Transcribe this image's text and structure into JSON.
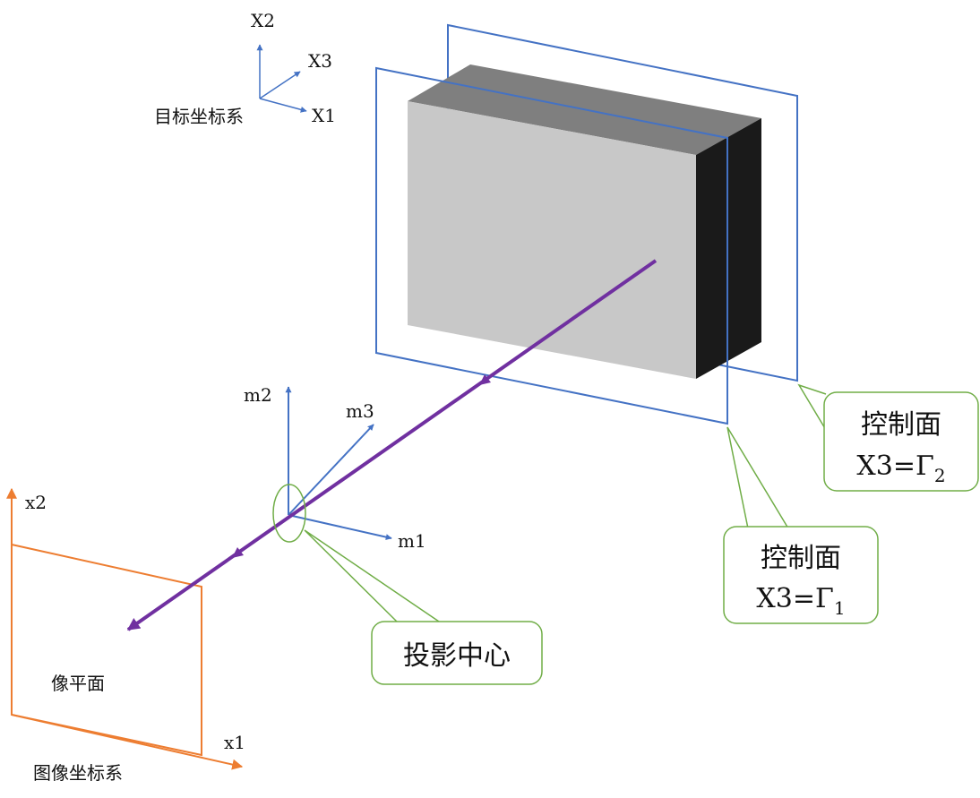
{
  "colors": {
    "axis_blue": "#4472C4",
    "image_orange": "#ED7D31",
    "ray_purple": "#7030A0",
    "callout_green": "#70AD47",
    "box_front": "#C8C8C8",
    "box_top": "#7F7F7F",
    "box_side": "#1A1A1A"
  },
  "target_frame": {
    "axis_x1": "X1",
    "axis_x2": "X2",
    "axis_x3": "X3",
    "caption": "目标坐标系"
  },
  "camera_frame": {
    "axis_m1": "m1",
    "axis_m2": "m2",
    "axis_m3": "m3"
  },
  "image_frame": {
    "axis_x1": "x1",
    "axis_x2": "x2",
    "plane_label": "像平面",
    "caption": "图像坐标系"
  },
  "callouts": {
    "control_plane_2": {
      "title": "控制面",
      "formula": "X3=Γ",
      "subscript": "2"
    },
    "control_plane_1": {
      "title": "控制面",
      "formula": "X3=Γ",
      "subscript": "1"
    },
    "projection_center": {
      "title": "投影中心"
    }
  }
}
